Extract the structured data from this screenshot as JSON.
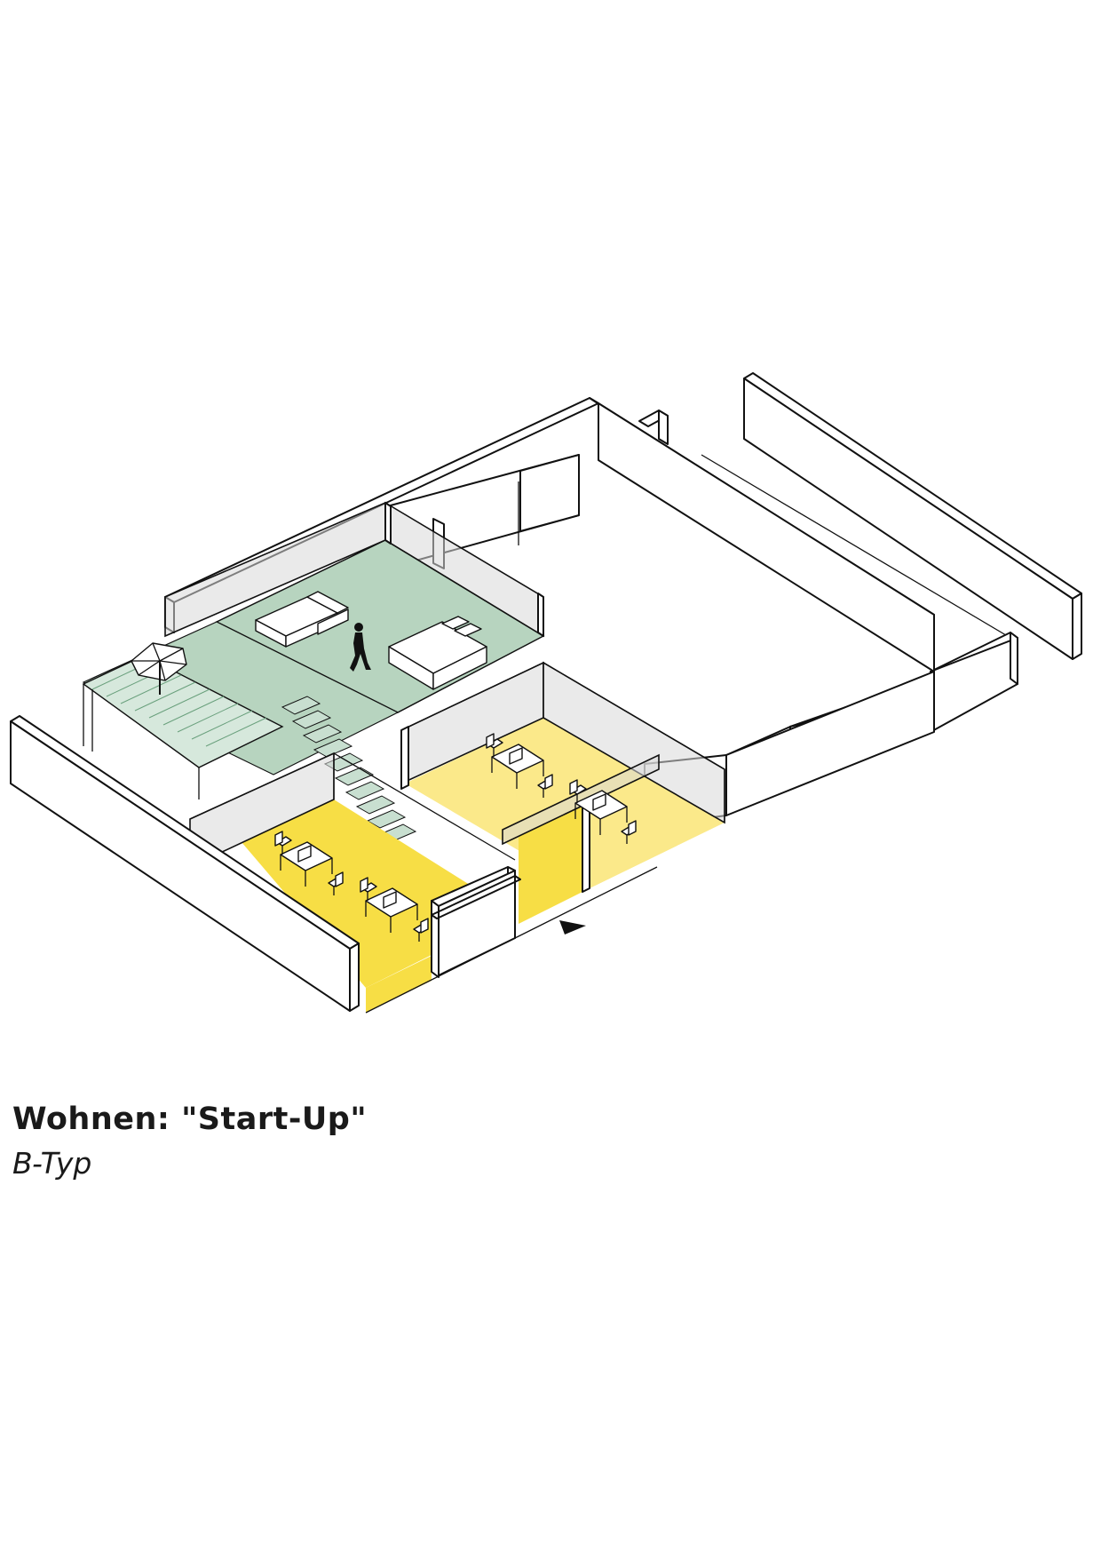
{
  "caption": {
    "title": "Wohnen: \"Start-Up\"",
    "subtitle": "B-Typ"
  },
  "colors": {
    "living_area": "#b7d4bf",
    "terrace": "#d6e8dc",
    "workspace": "#f7de45",
    "workspace_light": "#fbe98a",
    "glass": "#d9d9d9",
    "line": "#111111",
    "background": "#ffffff"
  },
  "zones": [
    {
      "name": "living-area",
      "fill": "green"
    },
    {
      "name": "roof-terrace",
      "fill": "light-green-hatched"
    },
    {
      "name": "workspace-upper",
      "fill": "yellow"
    },
    {
      "name": "workspace-lower",
      "fill": "yellow"
    }
  ],
  "icons": [
    "sun-umbrella-icon",
    "walking-person-icon",
    "sofa-icon",
    "bed-icon",
    "desk-icon",
    "office-chair-icon",
    "stair-icon",
    "entrance-arrow-icon"
  ]
}
